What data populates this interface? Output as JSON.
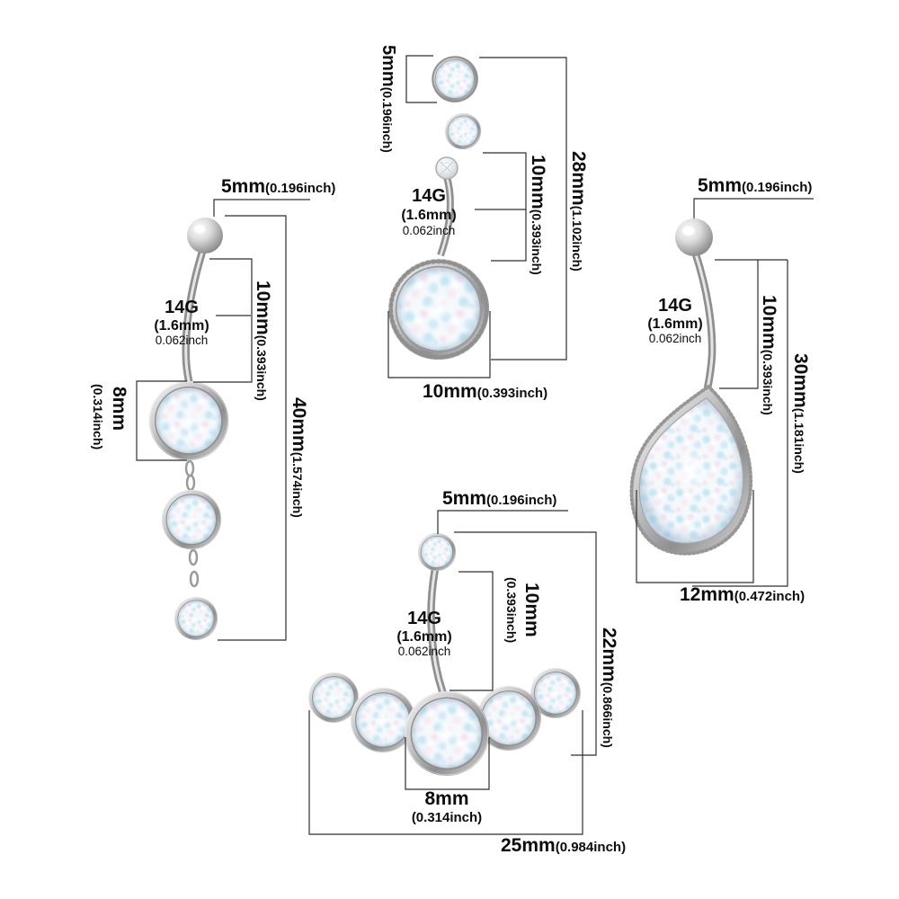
{
  "colors": {
    "background": "#ffffff",
    "dimension_line": "#2e2e2e",
    "text": "#0c0c0c",
    "metal": "#a9a9a9",
    "opal_base": "#f5f9fc",
    "opal_blue": "#c6e6f4",
    "opal_pink": "#f9dcec"
  },
  "rings": [
    {
      "ball_size": "5mm",
      "ball_size_inch": "(0.196inch)",
      "gauge": "14G",
      "gauge_mm": "(1.6mm)",
      "gauge_inch": "0.062inch",
      "bar_length": "10mm",
      "bar_length_inch": "(0.393inch)",
      "stone_size": "8mm",
      "stone_size_inch": "(0.314inch)",
      "total_length": "40mm",
      "total_length_inch": "(1.574inch)"
    },
    {
      "ball_size": "5mm",
      "ball_size_inch": "(0.196inch)",
      "gauge": "14G",
      "gauge_mm": "(1.6mm)",
      "gauge_inch": "0.062inch",
      "bar_length": "10mm",
      "bar_length_inch": "(0.393inch)",
      "total_length": "28mm",
      "total_length_inch": "(1.102inch)",
      "stone_size": "10mm",
      "stone_size_inch": "(0.393inch)"
    },
    {
      "ball_size": "5mm",
      "ball_size_inch": "(0.196inch)",
      "gauge": "14G",
      "gauge_mm": "(1.6mm)",
      "gauge_inch": "0.062inch",
      "bar_length": "10mm",
      "bar_length_inch": "(0.393inch)",
      "total_length": "30mm",
      "total_length_inch": "(1.181inch)",
      "stone_size": "12mm",
      "stone_size_inch": "(0.472inch)"
    },
    {
      "ball_size": "5mm",
      "ball_size_inch": "(0.196inch)",
      "gauge": "14G",
      "gauge_mm": "(1.6mm)",
      "gauge_inch": "0.062inch",
      "bar_length": "10mm",
      "bar_length_inch": "(0.393inch)",
      "total_length": "22mm",
      "total_length_inch": "(0.866inch)",
      "stone_size": "8mm",
      "stone_size_inch": "(0.314inch)",
      "cluster_width": "25mm",
      "cluster_width_inch": "(0.984inch)"
    }
  ]
}
